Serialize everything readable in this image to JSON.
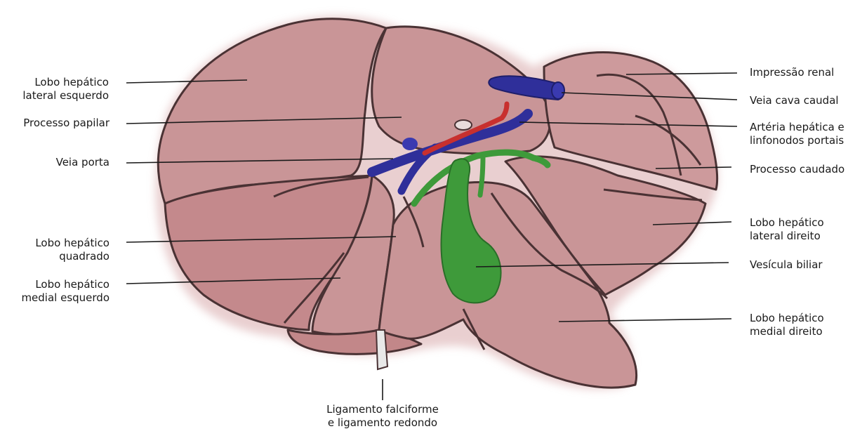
{
  "labels": {
    "lobo_lateral_esquerdo": [
      "Lobo hepático",
      "lateral esquerdo"
    ],
    "processo_papilar": [
      "Processo papilar"
    ],
    "veia_porta": [
      "Veia porta"
    ],
    "lobo_quadrado": [
      "Lobo hepático",
      "quadrado"
    ],
    "lobo_medial_esquerdo": [
      "Lobo hepático",
      "medial esquerdo"
    ],
    "impressao_renal": [
      "Impressão renal"
    ],
    "veia_cava": [
      "Veia cava caudal"
    ],
    "arteria_hepatica": [
      "Artéria hepática e",
      "linfonodos portais"
    ],
    "processo_caudado": [
      "Processo caudado"
    ],
    "lobo_lateral_direito": [
      "Lobo hepático",
      "lateral direito"
    ],
    "vesicula_biliar": [
      "Vesícula biliar"
    ],
    "lobo_medial_direito": [
      "Lobo hepático",
      "medial direito"
    ],
    "ligamento": [
      "Ligamento falciforme",
      "e ligamento redondo"
    ]
  },
  "colors": {
    "liver": "#c99597",
    "liver_dark": "#b07a7d",
    "outline": "#4a3234",
    "portal_vein": "#2f2f9a",
    "artery": "#c8302e",
    "gallbladder": "#3e9a3a",
    "leader": "#1a1a1a"
  }
}
